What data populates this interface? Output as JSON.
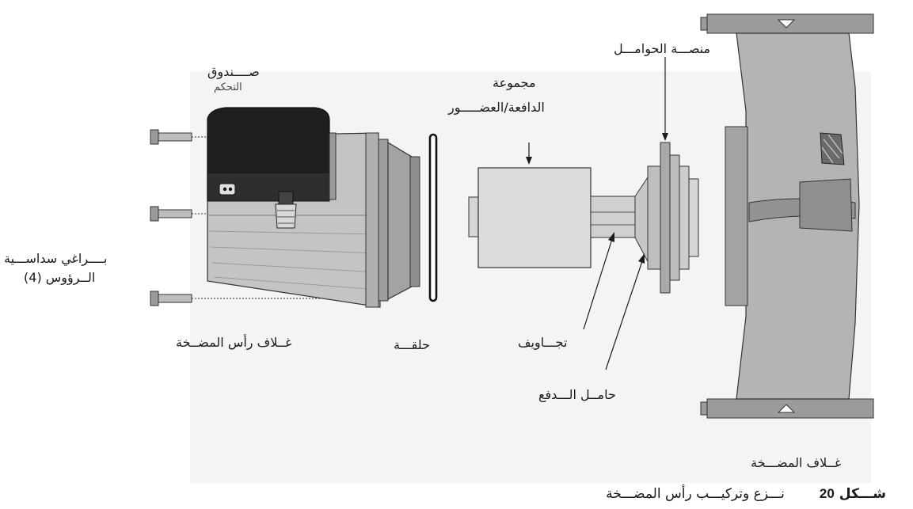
{
  "labels": {
    "control_box_line1": "صــــندوق",
    "control_box_line2": "التحكم",
    "impeller_line1": "مجموعة",
    "impeller_line2": "الدافعة/العضـــــور",
    "bearing_plate": "منصـــة الحوامـــل",
    "hex_bolts_line1": "بــــراغي سداســـية",
    "hex_bolts_line2": "الــرؤوس (4)",
    "pump_head_housing": "غــلاف رأس المضــخة",
    "o_ring": "حلقـــة",
    "cavities": "تجـــاويف",
    "thrust_bearing": "حامــل الـــدفع",
    "pump_housing": "غــلاف المضـــخة"
  },
  "caption": {
    "word": "شـــكل",
    "number": "20",
    "text": "نـــزع وتركيـــب رأس المضـــخة"
  },
  "colors": {
    "line": "#1a1a1a",
    "metal_dark": "#8a8a8a",
    "metal_mid": "#a6a6a6",
    "metal_light": "#c8c8c8",
    "box": "#1e1e1e",
    "panel": "#dcdcdc",
    "bg_tint": "#f2f2f2"
  }
}
